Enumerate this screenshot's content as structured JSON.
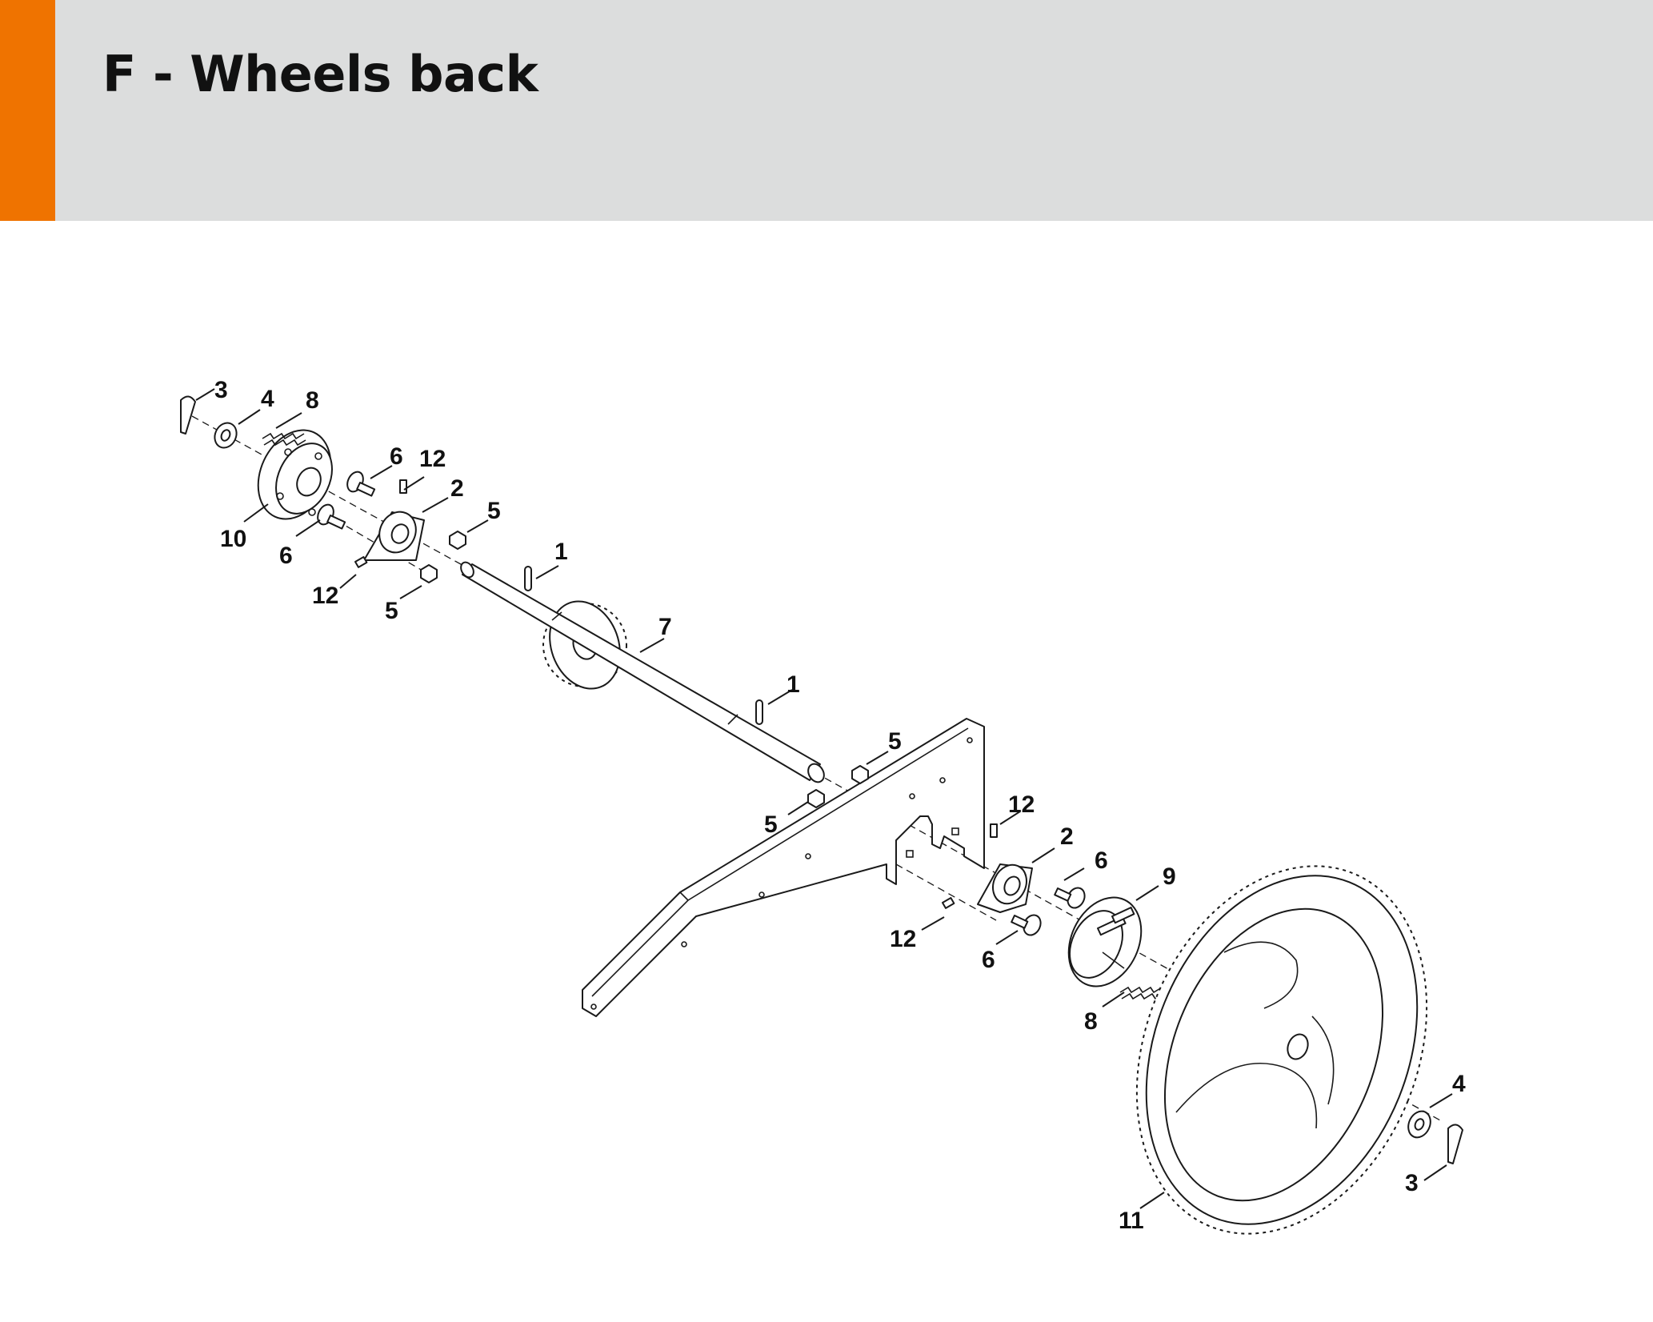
{
  "header": {
    "title": "F - Wheels back",
    "accent_color": "#ef7300",
    "background_color": "#dcdddd"
  },
  "callouts": {
    "c1": "3",
    "c2": "4",
    "c3": "8",
    "c4": "6",
    "c5": "12",
    "c6": "2",
    "c7": "5",
    "c8": "10",
    "c9": "6",
    "c10": "12",
    "c11": "5",
    "c12": "1",
    "c13": "7",
    "c14": "1",
    "c15": "5",
    "c16": "5",
    "c17": "12",
    "c18": "2",
    "c19": "6",
    "c20": "9",
    "c21": "12",
    "c22": "6",
    "c23": "8",
    "c24": "4",
    "c25": "3",
    "c26": "11"
  }
}
